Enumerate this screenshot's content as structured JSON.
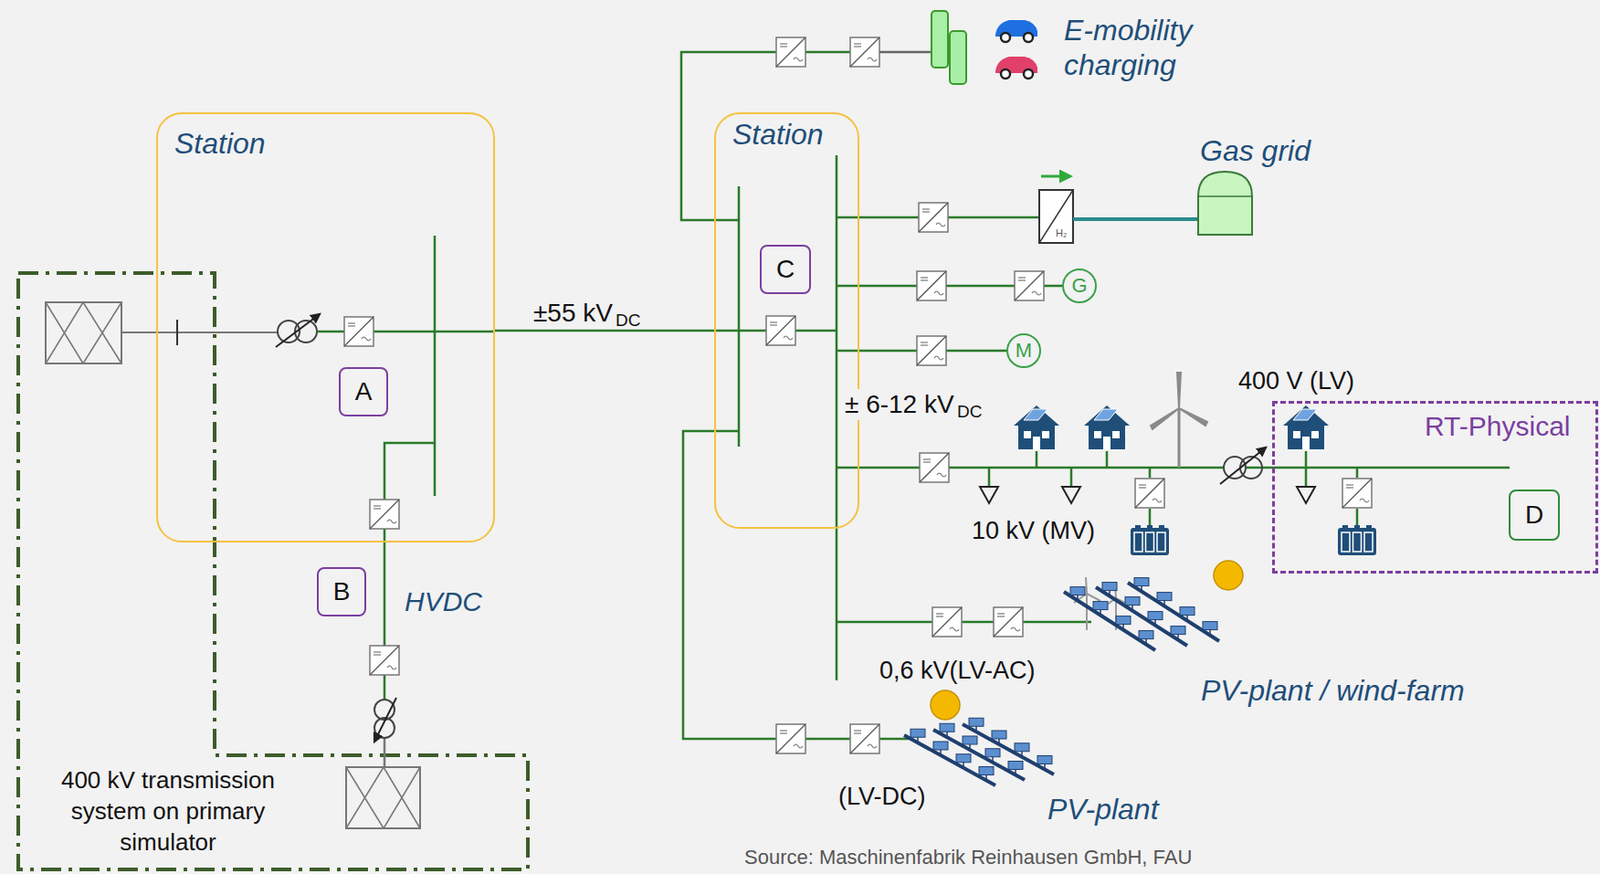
{
  "diagram": {
    "caption": "Source: Maschinenfabrik Reinhausen GmbH, FAU",
    "nodes": [
      {
        "text": [
          "Station"
        ]
      },
      {
        "text": [
          "A"
        ],
        "in": 0
      },
      {
        "text": [
          "B"
        ]
      },
      {
        "text": [
          "400 kV transmission system on primary simulator"
        ]
      },
      {
        "text": [
          "Station"
        ]
      },
      {
        "text": [
          "C"
        ],
        "in": 4
      },
      {
        "text": [
          "RT-Physical"
        ]
      },
      {
        "text": [
          "D"
        ],
        "in": 6
      },
      {
        "text": [
          "G"
        ]
      },
      {
        "text": [
          "M"
        ]
      }
    ],
    "edges": [
      {
        "from": 0,
        "to": 4,
        "arrow": "none"
      },
      {
        "from": 4,
        "to": 8,
        "arrow": "none"
      },
      {
        "from": 4,
        "to": 9,
        "arrow": "none"
      },
      {
        "from": 4,
        "to": 6,
        "arrow": "none"
      }
    ],
    "labels": [
      "E-mobility charging",
      "Gas grid",
      "H₂",
      "±55 kV",
      "DC",
      "± 6-12 kV",
      "DC",
      "400 V (LV)",
      "10 kV (MV)",
      "0,6 kV(LV-AC)",
      "PV-plant / wind-farm",
      "(LV-DC)",
      "PV-plant",
      "HVDC"
    ]
  }
}
